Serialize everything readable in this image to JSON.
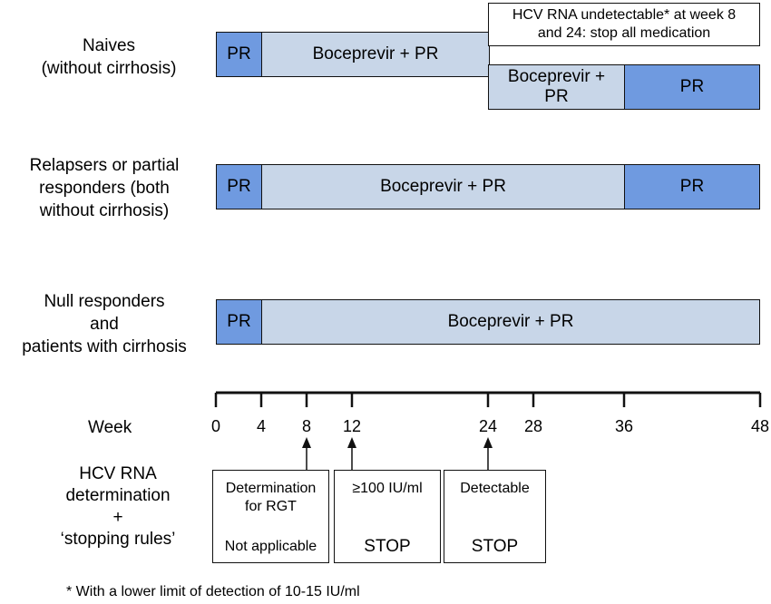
{
  "rows": [
    {
      "label_lines": [
        "Naives",
        "(without cirrhosis)"
      ]
    },
    {
      "label_lines": [
        "Relapsers or partial",
        "responders (both",
        "without cirrhosis)"
      ]
    },
    {
      "label_lines": [
        "Null responders",
        "and",
        "patients with cirrhosis"
      ]
    }
  ],
  "segments": {
    "pr": "PR",
    "boceprevir_pr": "Boceprevir + PR",
    "boceprevir_pr_wrapped": [
      "Boceprevir +",
      "PR"
    ]
  },
  "note_lines": [
    "HCV RNA undetectable* at week 8",
    "and 24: stop all medication"
  ],
  "axis": {
    "label": "Week",
    "min": 0,
    "max": 48,
    "ticks": [
      0,
      4,
      8,
      12,
      24,
      28,
      36,
      48
    ]
  },
  "rules": {
    "label_lines": [
      "HCV RNA",
      "determination",
      "+",
      "‘stopping rules’"
    ],
    "boxes": [
      {
        "week": 8,
        "top_lines": [
          "Determination",
          "for RGT"
        ],
        "bottom": "Not applicable"
      },
      {
        "week": 12,
        "top_lines": [
          "≥100 IU/ml"
        ],
        "bottom": "STOP"
      },
      {
        "week": 24,
        "top_lines": [
          "Detectable"
        ],
        "bottom": "STOP"
      }
    ]
  },
  "footnote": "* With a lower limit of detection of 10-15 IU/ml"
}
